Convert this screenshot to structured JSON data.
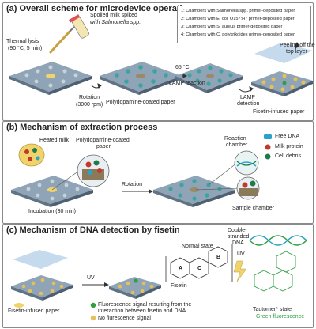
{
  "panel_a": {
    "title": "(a) Overall scheme for microdevice operation",
    "legend": [
      "1: Chambers with Salmonella spp. primer-deposited paper",
      "2: Chambers with E. coli O157:H7 primer-deposited paper",
      "3: Chambers with S. aureus primer-deposited paper",
      "4: Chambers with C. polykrikoides primer-deposited paper"
    ],
    "sample_label_line1": "Spoiled milk spiked",
    "sample_label_line2": "with Salmonella spp.",
    "thermal_line1": "Thermal lysis",
    "thermal_line2": "(90 °C, 5 min)",
    "rotation_line1": "Rotation",
    "rotation_line2": "(3000 rpm)",
    "temp_label": "65 °C",
    "lamp_reaction": "LAMP reaction",
    "peeling_line1": "Peeling off the",
    "peeling_line2": "top layer",
    "lamp_detection_line1": "LAMP",
    "lamp_detection_line2": "detection",
    "polydopamine_paper": "Polydopamine-coated paper",
    "fisetin_paper": "Fisetin-infused paper"
  },
  "panel_b": {
    "title": "(b) Mechanism of extraction process",
    "heated_milk": "Heated milk",
    "polydopamine_line1": "Polydopamine-coated",
    "polydopamine_line2": "paper",
    "rotation": "Rotation",
    "incubation": "Incubation (30 min)",
    "reaction_line1": "Reaction",
    "reaction_line2": "chamber",
    "sample_chamber": "Sample chamber",
    "legend_free_dna": "Free DNA",
    "legend_milk_protein": "Milk protein",
    "legend_cell_debris": "Cell debris"
  },
  "panel_c": {
    "title": "(c) Mechanism of DNA detection by fisetin",
    "uv_1": "UV",
    "uv_2": "UV",
    "fisetin_paper": "Fisetin-infused paper",
    "normal_state": "Normal state",
    "fisetin": "Fisetin",
    "double_line1": "Double-",
    "double_line2": "stranded",
    "double_line3": "DNA",
    "tautomer": "Tautomer* state",
    "green_fluor": "Green fluorescence",
    "ring_a": "A",
    "ring_b": "B",
    "ring_c": "C",
    "legend_fluor_line1": "Fluorescence signal resulting from the",
    "legend_fluor_line2": "interaction between fisetin and DNA",
    "legend_no_fluor": "No flurescence signal"
  },
  "colors": {
    "chip_top": "#8fa4b6",
    "chip_side": "#5f7385",
    "chamber_teal": "#3aa5a0",
    "milk_red": "#c0392b",
    "debris_green": "#1f7a4a",
    "dna_blue": "#29a3c9",
    "fluor_green": "#2f9e44",
    "no_fluor_yellow": "#e8c05a"
  },
  "icons": [
    "tube-icon",
    "pipette-icon",
    "lamp-arrow-icon",
    "uv-lightning-icon",
    "dna-helix-icon"
  ]
}
